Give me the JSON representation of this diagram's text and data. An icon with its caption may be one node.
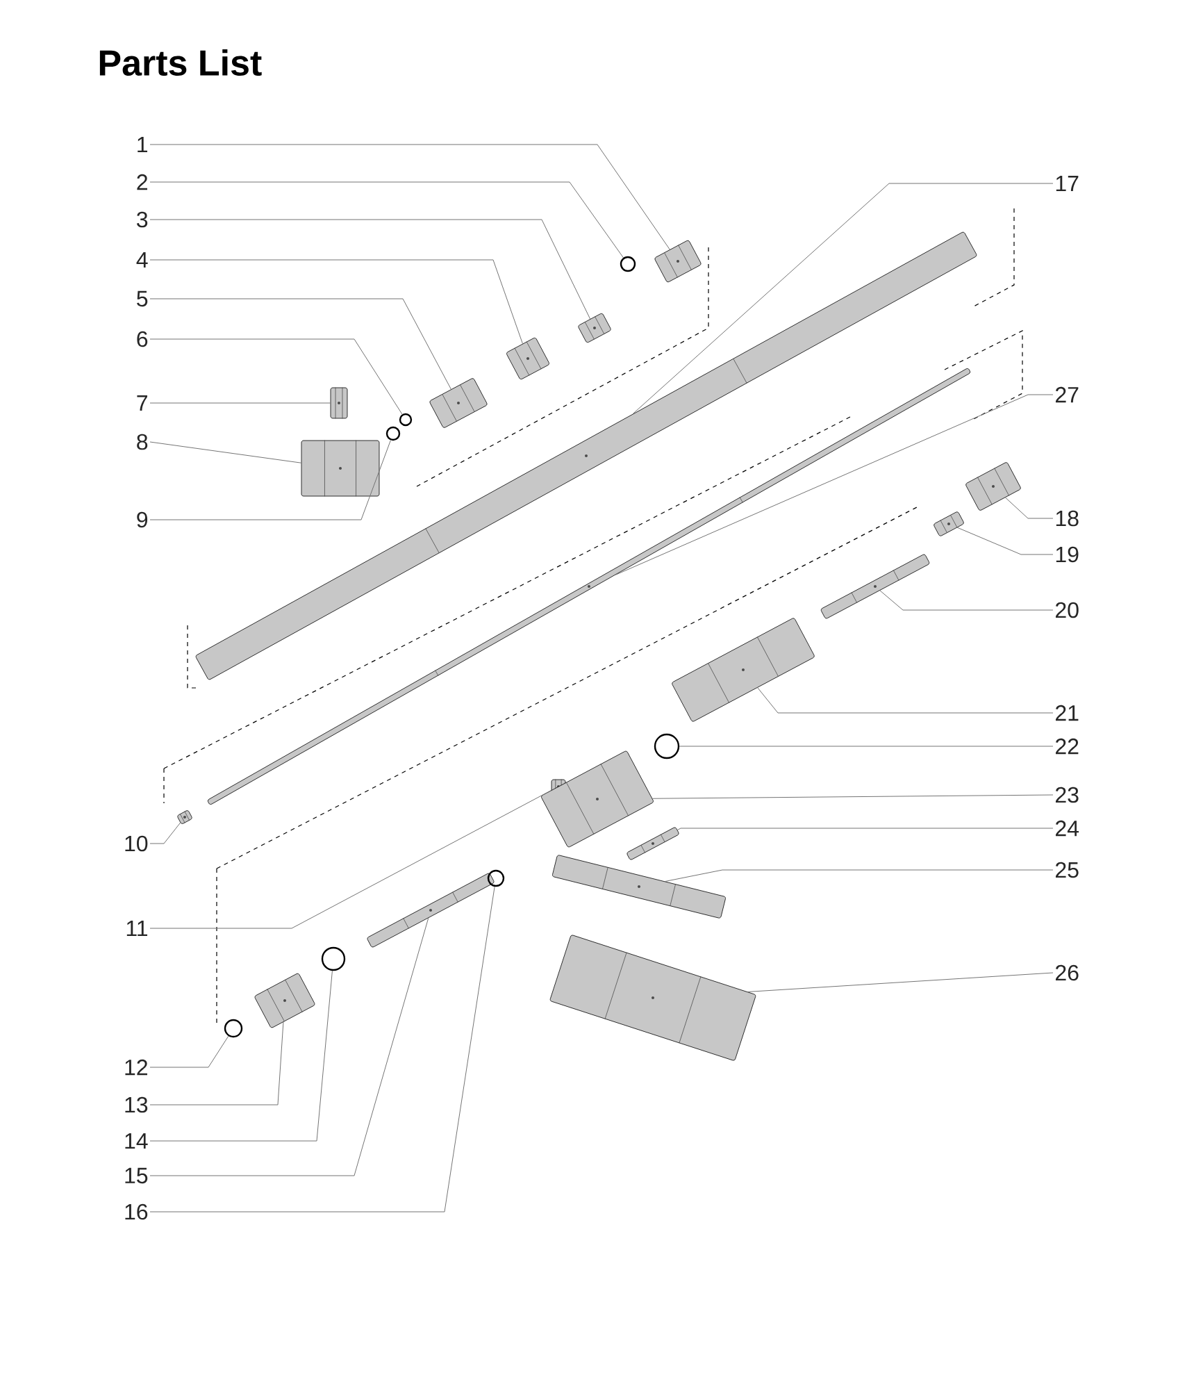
{
  "diagram": {
    "title": "Parts List",
    "nodes": [
      {
        "text": [
          "1"
        ]
      },
      {
        "text": [
          "2"
        ]
      },
      {
        "text": [
          "3"
        ]
      },
      {
        "text": [
          "4"
        ]
      },
      {
        "text": [
          "5"
        ]
      },
      {
        "text": [
          "6"
        ]
      },
      {
        "text": [
          "7"
        ]
      },
      {
        "text": [
          "8"
        ]
      },
      {
        "text": [
          "9"
        ]
      },
      {
        "text": [
          "10"
        ]
      },
      {
        "text": [
          "11"
        ]
      },
      {
        "text": [
          "12"
        ]
      },
      {
        "text": [
          "13"
        ]
      },
      {
        "text": [
          "14"
        ]
      },
      {
        "text": [
          "15"
        ]
      },
      {
        "text": [
          "16"
        ]
      },
      {
        "text": [
          "17"
        ]
      },
      {
        "text": [
          "18"
        ]
      },
      {
        "text": [
          "19"
        ]
      },
      {
        "text": [
          "20"
        ]
      },
      {
        "text": [
          "21"
        ]
      },
      {
        "text": [
          "22"
        ]
      },
      {
        "text": [
          "23"
        ]
      },
      {
        "text": [
          "24"
        ]
      },
      {
        "text": [
          "25"
        ]
      },
      {
        "text": [
          "26"
        ]
      },
      {
        "text": [
          "27"
        ]
      },
      {
        "text": [],
        "shape": "picture"
      },
      {
        "text": [],
        "shape": "circle"
      },
      {
        "text": [],
        "shape": "picture"
      },
      {
        "text": [],
        "shape": "picture"
      },
      {
        "text": [],
        "shape": "picture"
      },
      {
        "text": [],
        "shape": "circle"
      },
      {
        "text": [],
        "shape": "picture"
      },
      {
        "text": [],
        "shape": "picture"
      },
      {
        "text": [],
        "shape": "circle"
      },
      {
        "text": [],
        "shape": "picture"
      },
      {
        "text": [],
        "shape": "picture"
      },
      {
        "text": [],
        "shape": "circle"
      },
      {
        "text": [],
        "shape": "picture"
      },
      {
        "text": [],
        "shape": "circle"
      },
      {
        "text": [],
        "shape": "picture"
      },
      {
        "text": [],
        "shape": "circle"
      },
      {
        "text": [],
        "shape": "picture"
      },
      {
        "text": [],
        "shape": "picture"
      },
      {
        "text": [],
        "shape": "picture"
      },
      {
        "text": [],
        "shape": "picture"
      },
      {
        "text": [],
        "shape": "picture"
      },
      {
        "text": [],
        "shape": "circle"
      },
      {
        "text": [],
        "shape": "picture"
      },
      {
        "text": [],
        "shape": "picture"
      },
      {
        "text": [],
        "shape": "picture"
      },
      {
        "text": [],
        "shape": "picture"
      },
      {
        "text": [],
        "shape": "picture"
      }
    ],
    "edges": [
      {
        "from": 0,
        "to": 27,
        "arrow": "none"
      },
      {
        "from": 1,
        "to": 28,
        "arrow": "none"
      },
      {
        "from": 2,
        "to": 29,
        "arrow": "none"
      },
      {
        "from": 3,
        "to": 30,
        "arrow": "none"
      },
      {
        "from": 4,
        "to": 31,
        "arrow": "none"
      },
      {
        "from": 5,
        "to": 32,
        "arrow": "none"
      },
      {
        "from": 6,
        "to": 33,
        "arrow": "none"
      },
      {
        "from": 7,
        "to": 34,
        "arrow": "none"
      },
      {
        "from": 8,
        "to": 35,
        "arrow": "none"
      },
      {
        "from": 9,
        "to": 36,
        "arrow": "none"
      },
      {
        "from": 10,
        "to": 37,
        "arrow": "none"
      },
      {
        "from": 11,
        "to": 38,
        "arrow": "none"
      },
      {
        "from": 12,
        "to": 39,
        "arrow": "none"
      },
      {
        "from": 13,
        "to": 40,
        "arrow": "none"
      },
      {
        "from": 14,
        "to": 41,
        "arrow": "none"
      },
      {
        "from": 15,
        "to": 42,
        "arrow": "none"
      },
      {
        "from": 16,
        "to": 43,
        "arrow": "none"
      },
      {
        "from": 17,
        "to": 44,
        "arrow": "none"
      },
      {
        "from": 18,
        "to": 45,
        "arrow": "none"
      },
      {
        "from": 19,
        "to": 46,
        "arrow": "none"
      },
      {
        "from": 20,
        "to": 47,
        "arrow": "none"
      },
      {
        "from": 21,
        "to": 48,
        "arrow": "none"
      },
      {
        "from": 22,
        "to": 49,
        "arrow": "none"
      },
      {
        "from": 23,
        "to": 50,
        "arrow": "none"
      },
      {
        "from": 24,
        "to": 51,
        "arrow": "none"
      },
      {
        "from": 25,
        "to": 52,
        "arrow": "none"
      },
      {
        "from": 26,
        "to": 53,
        "arrow": "none"
      }
    ]
  }
}
